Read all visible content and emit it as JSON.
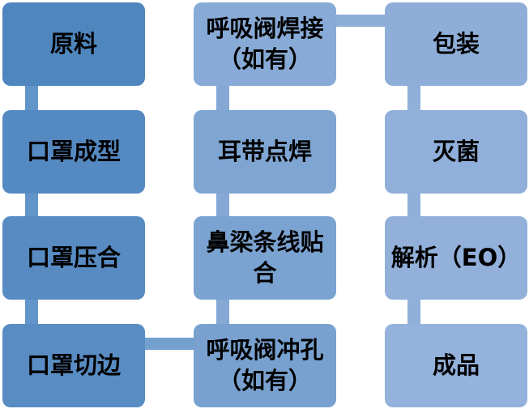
{
  "colors": {
    "background": "#ffffff",
    "text": "#000000"
  },
  "flowchart": {
    "columns": [
      {
        "name": "forming-stage",
        "boxes": [
          {
            "label": "原料",
            "fill": "#4f86be"
          },
          {
            "label": "口罩成型",
            "fill": "#5589c1"
          },
          {
            "label": "口罩压合",
            "fill": "#578bc2"
          },
          {
            "label": "口罩切边",
            "fill": "#588cc3"
          }
        ]
      },
      {
        "name": "assembly-stage",
        "boxes": [
          {
            "label": "呼吸阀焊接\n（如有）",
            "fill": "#88aad6"
          },
          {
            "label": "耳带点焊",
            "fill": "#7fa6d3"
          },
          {
            "label": "鼻梁条线贴\n合",
            "fill": "#7ba3d1"
          },
          {
            "label": "呼吸阀冲孔\n（如有）",
            "fill": "#78a1d0"
          }
        ]
      },
      {
        "name": "finishing-stage",
        "boxes": [
          {
            "label": "包装",
            "fill": "#8eaed9"
          },
          {
            "label": "灭菌",
            "fill": "#90afda"
          },
          {
            "label": "解析（EO）",
            "fill": "#92b0da"
          },
          {
            "label": "成品",
            "fill": "#94b2db"
          }
        ]
      }
    ],
    "connectors": {
      "left_vertical": "#6295c9",
      "middle_vertical": "#85a8d5",
      "right_vertical": "#90b0da",
      "top_horizontal": "#8cadd8",
      "bottom_horizontal": "#74a0d0"
    },
    "flow_order": [
      "原料",
      "口罩成型",
      "口罩压合",
      "口罩切边",
      "呼吸阀冲孔（如有）",
      "鼻梁条线贴合",
      "耳带点焊",
      "呼吸阀焊接（如有）",
      "包装",
      "灭菌",
      "解析（EO）",
      "成品"
    ]
  }
}
